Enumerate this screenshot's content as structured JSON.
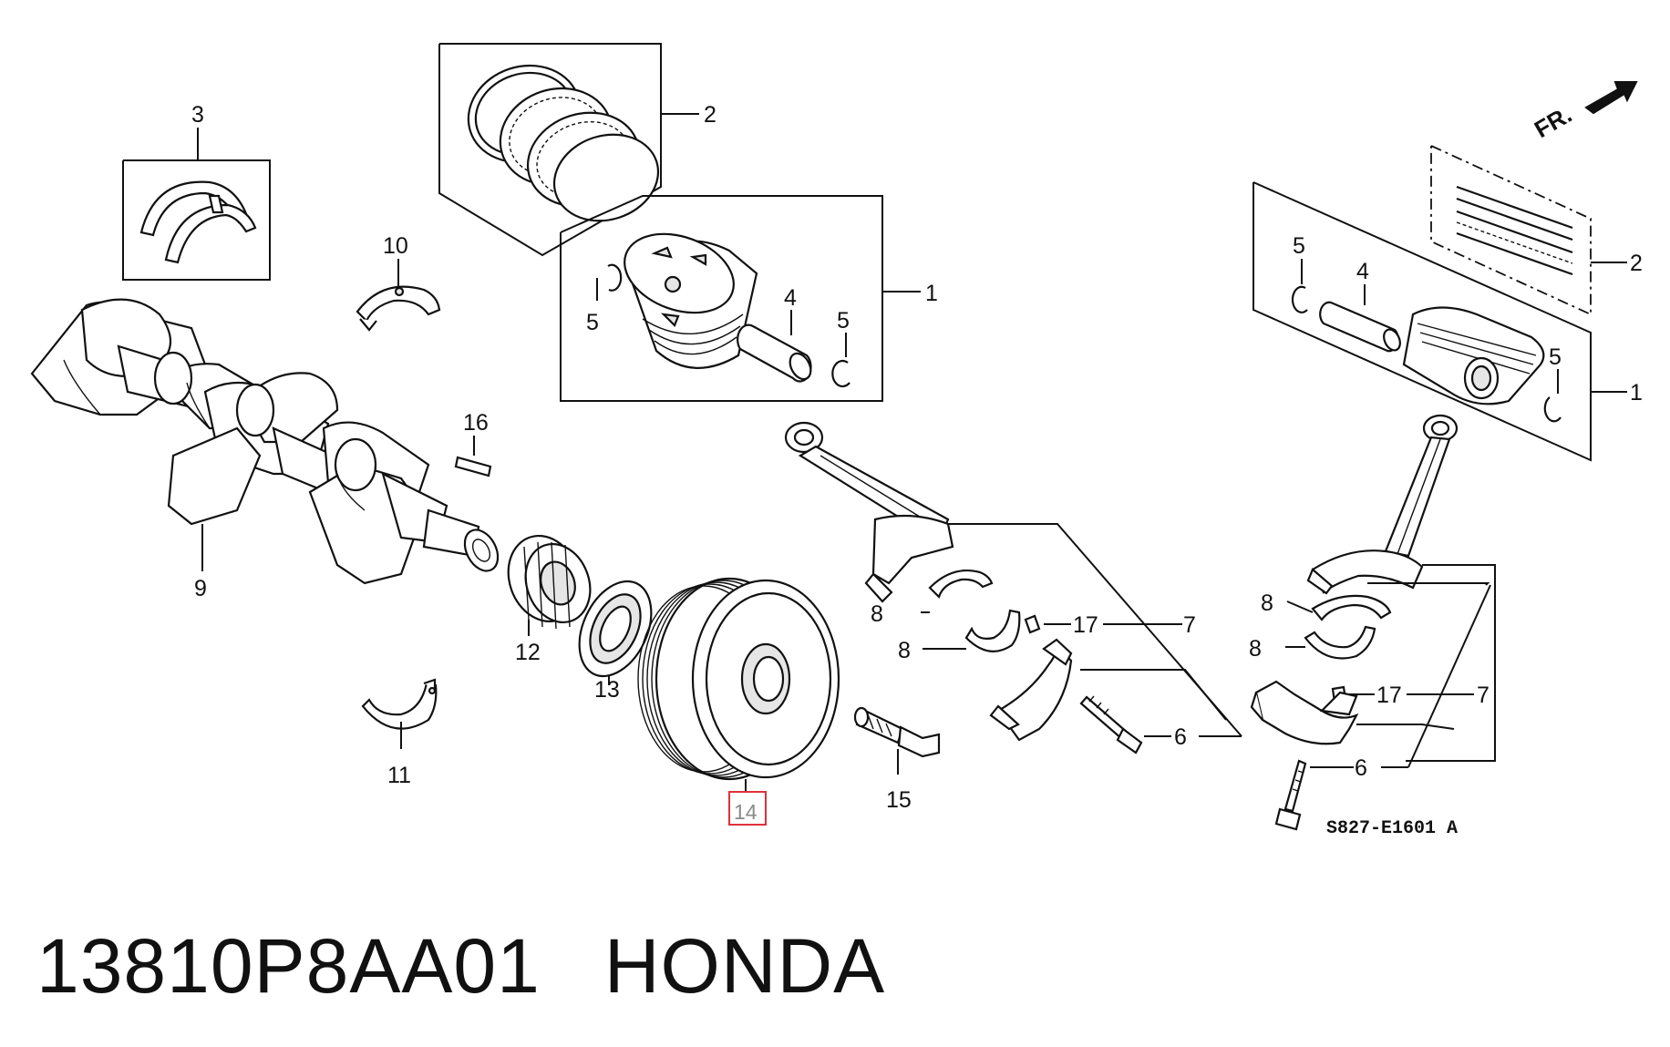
{
  "diagram": {
    "labels": {
      "l1a": "1",
      "l1b": "1",
      "l2a": "2",
      "l2b": "2",
      "l3": "3",
      "l4a": "4",
      "l4b": "4",
      "l5a": "5",
      "l5b": "5",
      "l5c": "5",
      "l5d": "5",
      "l6a": "6",
      "l6b": "6",
      "l7a": "7",
      "l7b": "7",
      "l8a": "8",
      "l8b": "8",
      "l8c": "8",
      "l8d": "8",
      "l9": "9",
      "l10": "10",
      "l11": "11",
      "l12": "12",
      "l13": "13",
      "l14": "14",
      "l15": "15",
      "l16": "16",
      "l17a": "17",
      "l17b": "17"
    },
    "front_marker": "FR.",
    "drawing_code": "S827-E1601 A",
    "highlight_color": "#e0303a"
  },
  "footer": {
    "part_number": "13810P8AA01",
    "brand": "HONDA"
  }
}
